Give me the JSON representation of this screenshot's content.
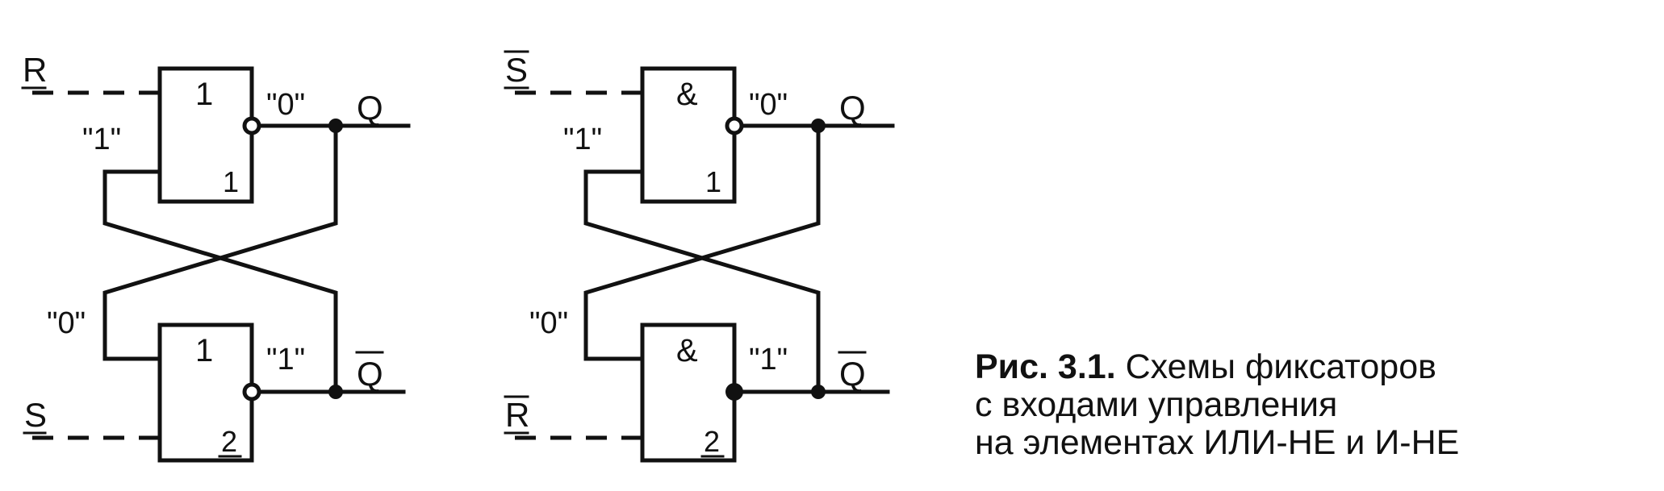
{
  "figure": {
    "left_circuit": {
      "gate1": {
        "symbol": "1",
        "index": "1"
      },
      "gate2": {
        "symbol": "1",
        "index": "2"
      },
      "input_top": "R",
      "input_bottom": "S",
      "output_top": "Q",
      "output_bottom": "Q",
      "level_out_top": "\"0\"",
      "level_out_bottom": "\"1\"",
      "level_feedback_top": "\"1\"",
      "level_feedback_bottom": "\"0\""
    },
    "right_circuit": {
      "gate1": {
        "symbol": "&",
        "index": "1"
      },
      "gate2": {
        "symbol": "&",
        "index": "2"
      },
      "input_top": "S",
      "input_bottom": "R",
      "output_top": "Q",
      "output_bottom": "Q",
      "level_out_top": "\"0\"",
      "level_out_bottom": "\"1\"",
      "level_feedback_top": "\"1\"",
      "level_feedback_bottom": "\"0\""
    }
  },
  "caption": {
    "label": "Рис. 3.1.",
    "line1": "Схемы фиксаторов",
    "line2": "с входами управления",
    "line3": "на элементах ИЛИ-НЕ и И-НЕ"
  }
}
